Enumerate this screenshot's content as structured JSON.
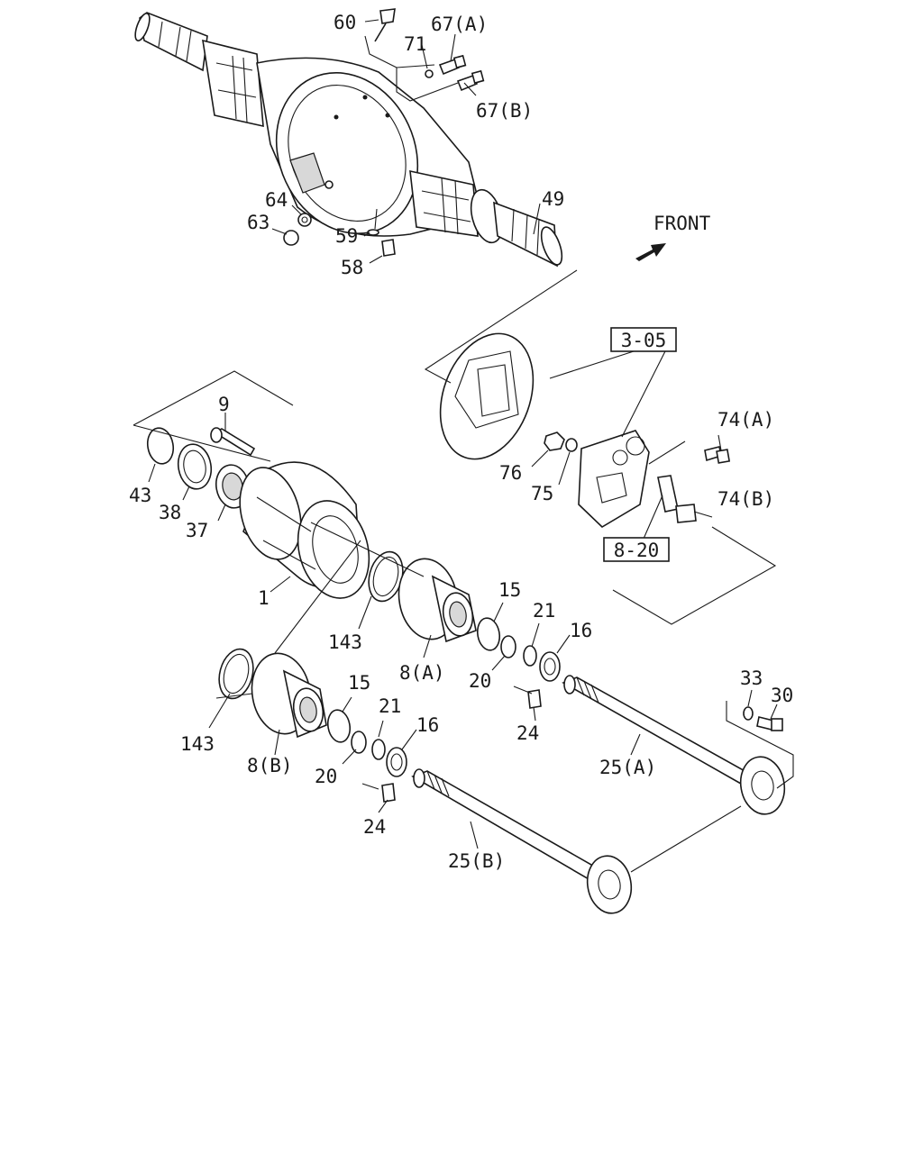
{
  "direction": {
    "label": "FRONT"
  },
  "references": [
    "3-05",
    "8-20"
  ],
  "callouts": {
    "p60": "60",
    "p67a": "67(A)",
    "p71": "71",
    "p67b": "67(B)",
    "p64": "64",
    "p63": "63",
    "p59": "59",
    "p58": "58",
    "p49": "49",
    "p9": "9",
    "p43": "43",
    "p38": "38",
    "p37": "37",
    "p1": "1",
    "p76": "76",
    "p75": "75",
    "p74a": "74(A)",
    "p74b": "74(B)",
    "p143a": "143",
    "p8a": "8(A)",
    "p15a": "15",
    "p21a": "21",
    "p16a": "16",
    "p20a": "20",
    "p24a": "24",
    "p143b": "143",
    "p8b": "8(B)",
    "p15b": "15",
    "p21b": "21",
    "p16b": "16",
    "p20b": "20",
    "p24b": "24",
    "p33": "33",
    "p30": "30",
    "p25a": "25(A)",
    "p25b": "25(B)"
  },
  "colors": {
    "line": "#1a1a1a",
    "background": "#ffffff",
    "shade": "#d8d8d8"
  }
}
